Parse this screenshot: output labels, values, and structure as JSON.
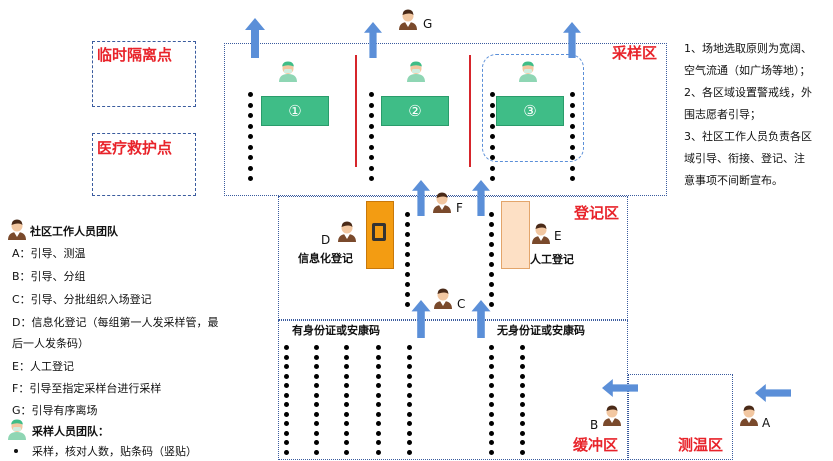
{
  "zones": {
    "sampling": "采样区",
    "registration": "登记区",
    "buffer": "缓冲区",
    "temperature": "测温区",
    "isolation": "临时隔离点",
    "medical": "医疗救护点"
  },
  "stations": [
    "①",
    "②",
    "③"
  ],
  "lanes": {
    "with_id": "有身份证或安康码",
    "without_id": "无身份证或安康码",
    "electronic_reg": "信息化登记",
    "manual_reg": "人工登记"
  },
  "staff_letters": {
    "A": "A",
    "B": "B",
    "C": "C",
    "D": "D",
    "E": "E",
    "F": "F",
    "G": "G"
  },
  "legend": {
    "community_title": "社区工作人员团队",
    "items": [
      "A：引导、测温",
      "B：引导、分组",
      "C：引导、分批组织入场登记",
      "D：信息化登记（每组第一人发采样管，最",
      "后一人发条码）",
      "E：人工登记",
      "F：引导至指定采样台进行采样",
      "G：引导有序离场"
    ],
    "sampler_title": "采样人员团队：",
    "sampler_item": "采样，核对人数，贴条码（竖贴）"
  },
  "notes": [
    "1、场地选取原则为宽阔、",
    "空气流通（如广场等地）；",
    "2、各区域设置警戒线，外",
    "围志愿者引导；",
    "3、社区工作人员负责各区",
    "域引导、衔接、登记、注",
    "意事项不间断宣布。"
  ],
  "colors": {
    "zone_label": "#e8232a",
    "border": "#3a5b9e",
    "arrow": "#5b8fd8",
    "station": "#3fbd87",
    "electronic_box": "#f39c12",
    "manual_box": "#fde0c5",
    "divider": "#d6252b"
  },
  "icons": [
    "worker-icon",
    "medical-staff-icon",
    "arrow-up-icon",
    "arrow-left-icon",
    "terminal-icon"
  ]
}
